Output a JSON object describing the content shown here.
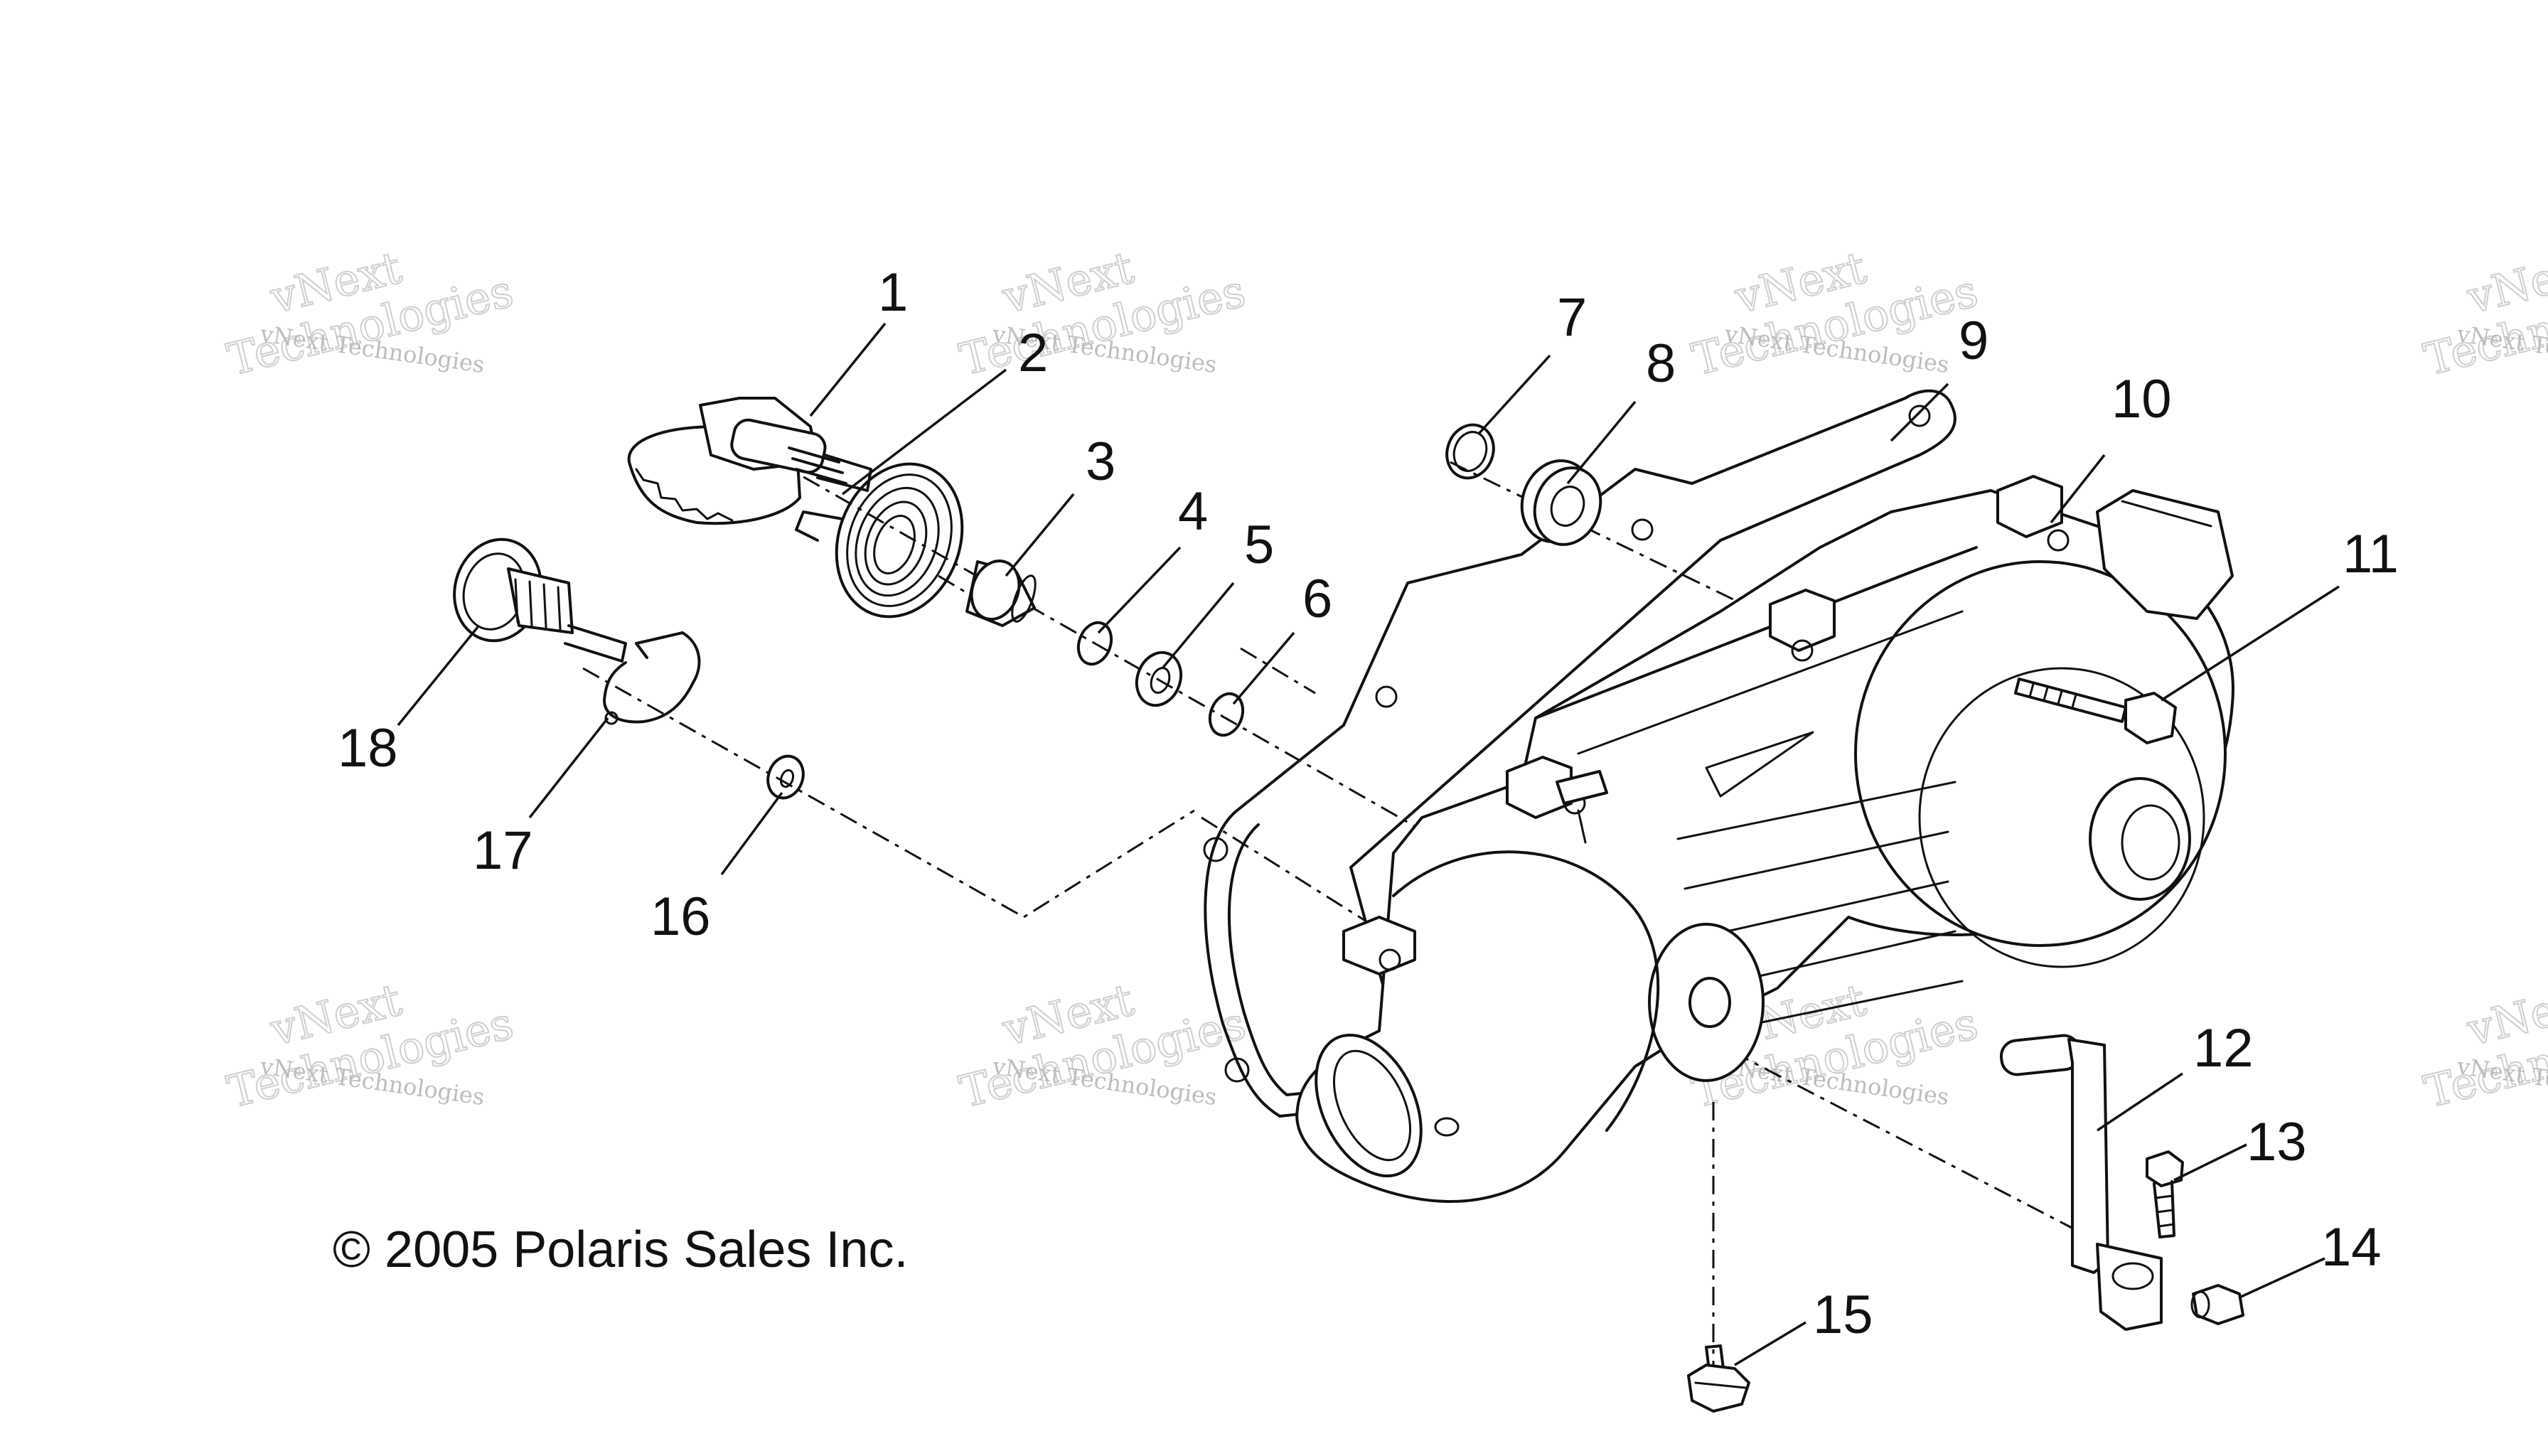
{
  "diagram": {
    "callouts": [
      "1",
      "2",
      "3",
      "4",
      "5",
      "6",
      "7",
      "8",
      "9",
      "10",
      "11",
      "12",
      "13",
      "14",
      "15",
      "16",
      "17",
      "18"
    ],
    "copyright": "© 2005 Polaris Sales Inc.",
    "watermark": {
      "line1": "vNext",
      "line2": "Technologies",
      "small": "vNext Technologies"
    }
  }
}
